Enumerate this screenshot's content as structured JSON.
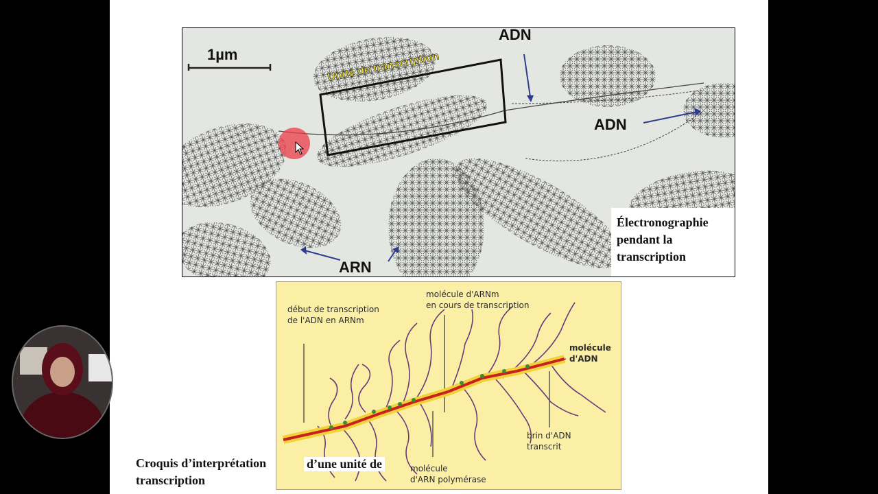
{
  "micrograph": {
    "scale_label": "1µm",
    "box_label": "Unité de transcription",
    "adn_label_top": "ADN",
    "adn_label_right": "ADN",
    "arn_label": "ARN",
    "caption": [
      "Électronographie",
      "pendant la",
      "transcription"
    ]
  },
  "sketch": {
    "label_debut": "début de transcription\nde l'ADN en ARNm",
    "label_molecule_arnm": "molécule d'ARNm\nen cours de transcription",
    "label_molecule_adn": "molécule\nd'ADN",
    "label_brin": "brin d'ADN\ntranscrit",
    "label_polymerase": "molécule\nd'ARN polymérase"
  },
  "caption2": {
    "line1": "Croquis d’interprétation",
    "line1_end": "d’une unité de",
    "line2": "transcription"
  },
  "colors": {
    "dna_red": "#c8201c",
    "dna_yellow": "#f2d23a",
    "rna_purple": "#6a3a78",
    "polymerase_green": "#3c8a3c",
    "arrow_blue": "#2e3c8c",
    "box_label_yellow": "#f0e23c"
  }
}
